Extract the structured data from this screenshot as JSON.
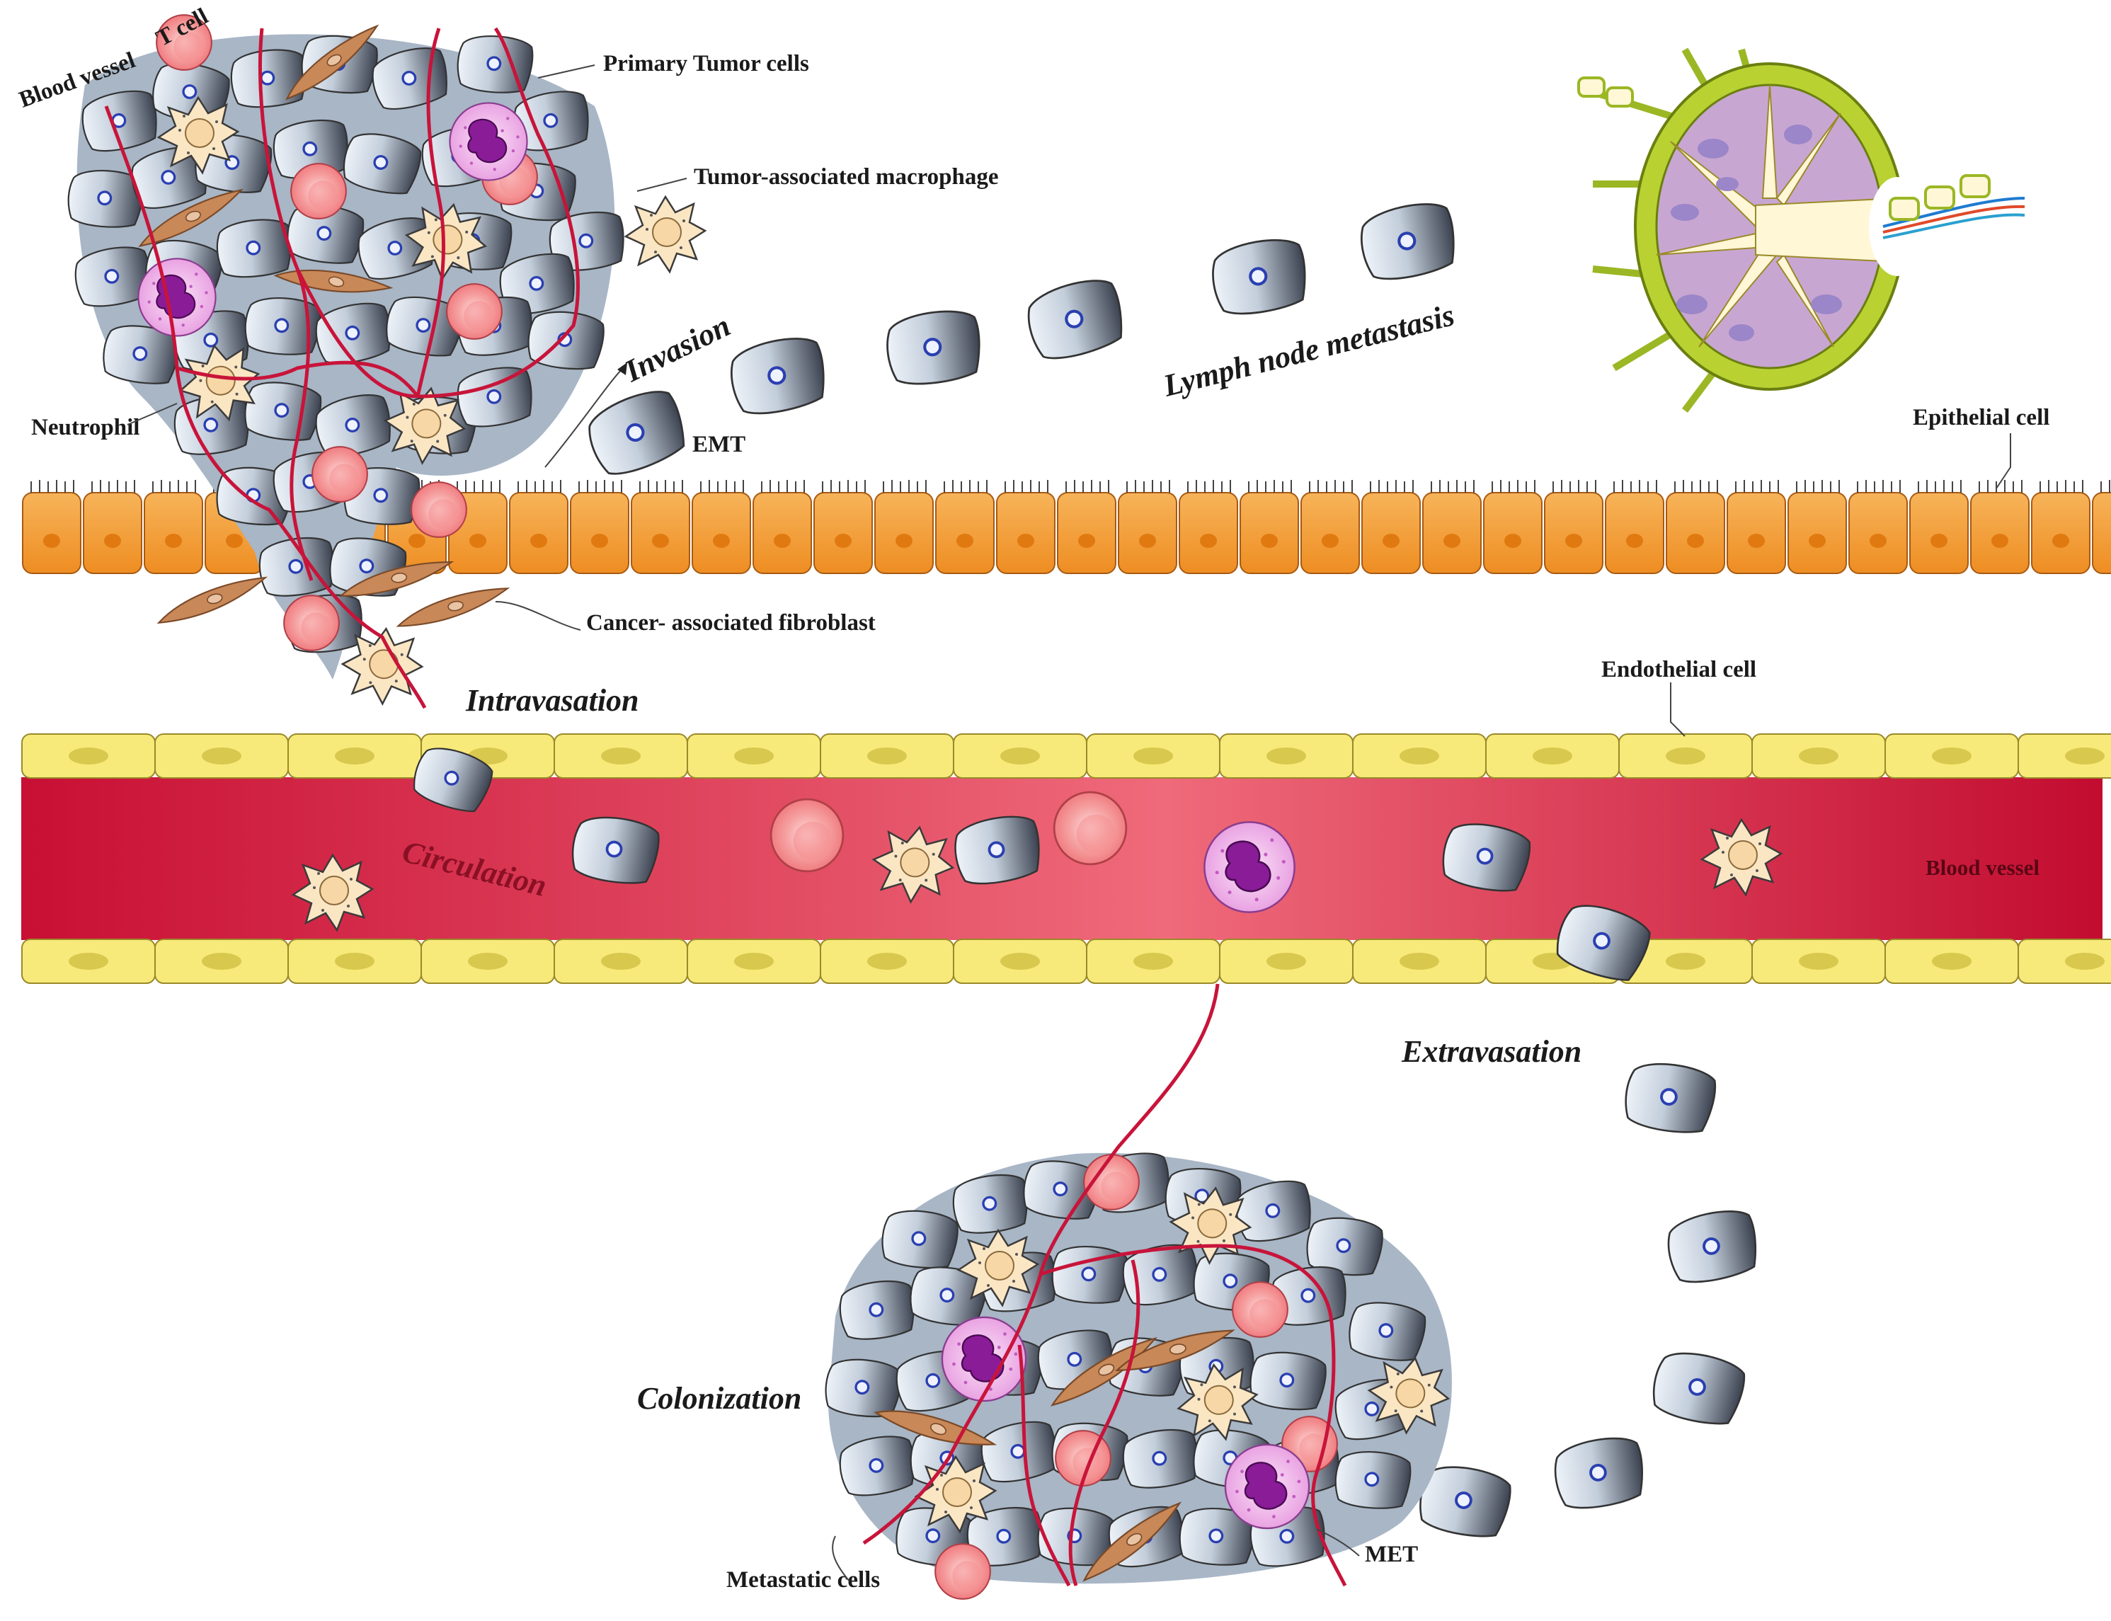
{
  "labels": {
    "blood_vessel_top": "Blood vessel",
    "t_cell": "T cell",
    "primary_tumor": "Primary Tumor cells",
    "tam": "Tumor-associated macrophage",
    "neutrophil": "Neutrophil",
    "invasion": "Invasion",
    "emt": "EMT",
    "lymph_node_metastasis": "Lymph node metastasis",
    "epithelial_cell": "Epithelial cell",
    "caf": "Cancer- associated fibroblast",
    "intravasation": "Intravasation",
    "endothelial_cell": "Endothelial cell",
    "circulation": "Circulation",
    "blood_vessel_lumen": "Blood vessel",
    "extravasation": "Extravasation",
    "colonization": "Colonization",
    "metastatic_cells": "Metastatic cells",
    "met": "MET"
  },
  "colors": {
    "tumor_cell_light": "#dfe8f2",
    "tumor_cell_dark": "#3c4250",
    "nucleus": "#2a3fb0",
    "vessel_red": "#d01a3c",
    "vessel_red_light": "#f07080",
    "endothelium": "#f7ea7a",
    "epithelium": "#f39b36",
    "neutrophil": "#f3b8ee",
    "neutrophil_nucleus": "#8a1c98",
    "macrophage": "#fbe6c4",
    "rbc": "#f6a4a4",
    "fibroblast": "#c98858",
    "lymph_capsule": "#b9d232",
    "lymph_inner": "#c8a6d2"
  },
  "icons": [
    "tumor-cell-icon",
    "red-blood-cell-icon",
    "neutrophil-icon",
    "macrophage-icon",
    "fibroblast-icon",
    "lymph-node-icon"
  ]
}
